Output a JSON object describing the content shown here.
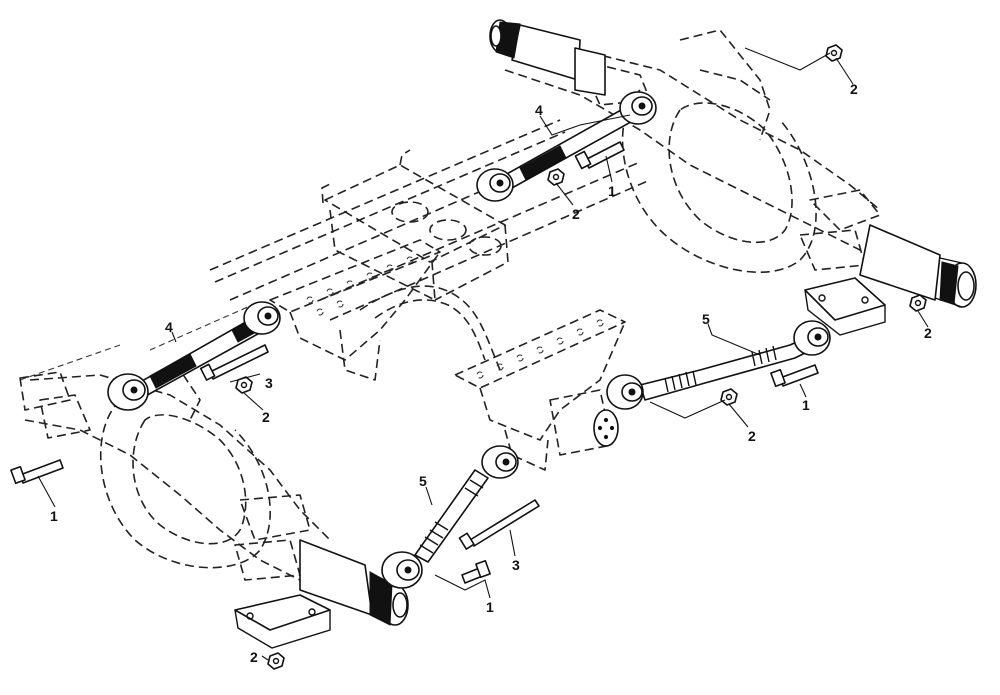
{
  "diagram": {
    "type": "exploded-parts-diagram",
    "subject": "tandem axle rear suspension torque rods",
    "callouts": [
      {
        "id": "c1",
        "label": "2"
      },
      {
        "id": "c2",
        "label": "4"
      },
      {
        "id": "c3",
        "label": "1"
      },
      {
        "id": "c4",
        "label": "2"
      },
      {
        "id": "c5",
        "label": "4"
      },
      {
        "id": "c6",
        "label": "3"
      },
      {
        "id": "c7",
        "label": "2"
      },
      {
        "id": "c8",
        "label": "5"
      },
      {
        "id": "c9",
        "label": "2"
      },
      {
        "id": "c10",
        "label": "1"
      },
      {
        "id": "c11",
        "label": "2"
      },
      {
        "id": "c12",
        "label": "1"
      },
      {
        "id": "c13",
        "label": "5"
      },
      {
        "id": "c14",
        "label": "3"
      },
      {
        "id": "c15",
        "label": "1"
      },
      {
        "id": "c16",
        "label": "2"
      }
    ]
  }
}
